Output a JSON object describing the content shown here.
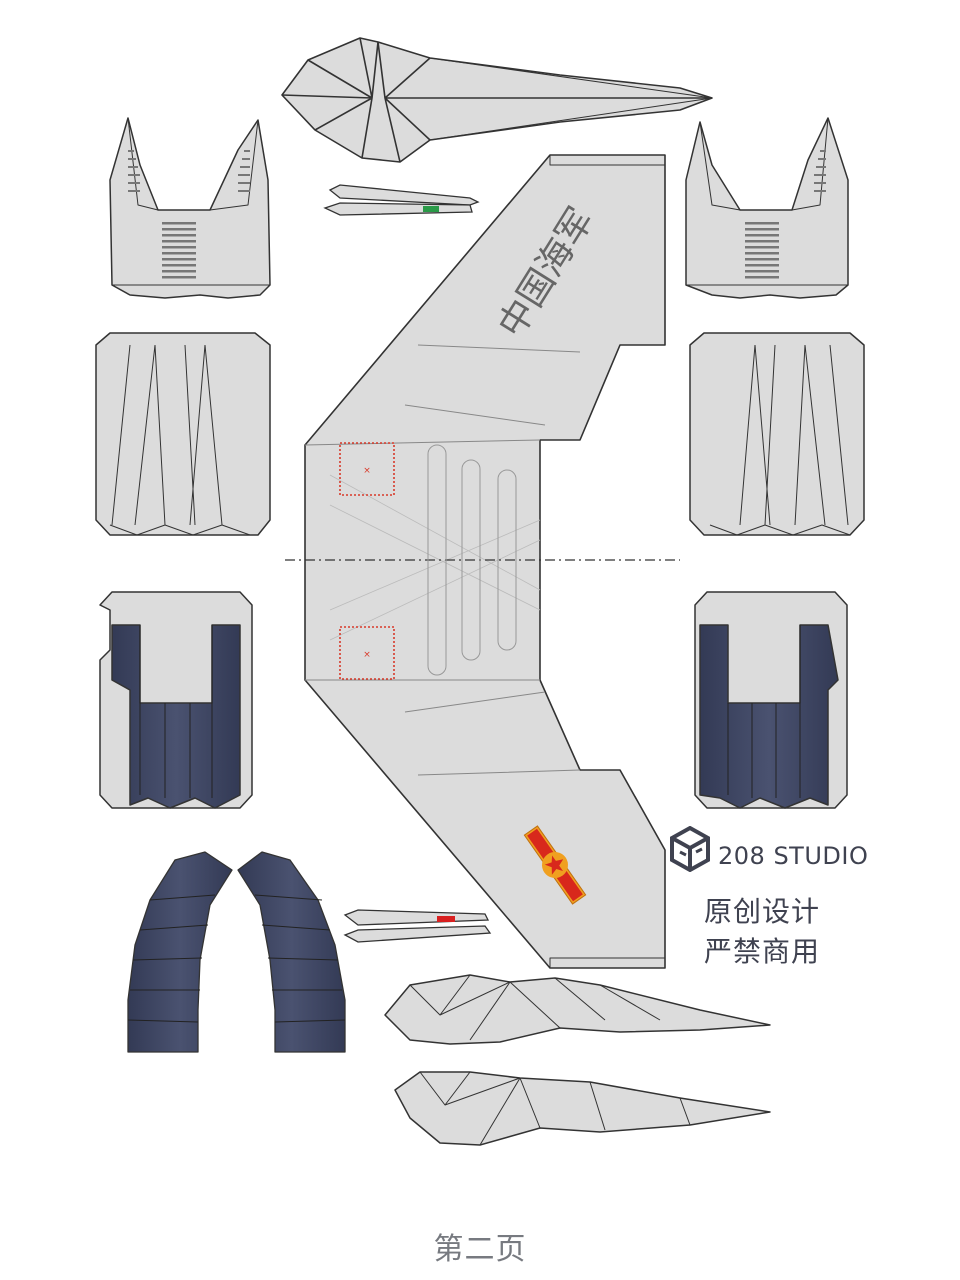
{
  "wing": {
    "marking_text": "中国海军"
  },
  "studio": {
    "name": "208 STUDIO",
    "line1": "原创设计",
    "line2": "严禁商用"
  },
  "page_label": "第二页",
  "colors": {
    "paper_gray": "#dcdcdc",
    "line": "#3c3c3c",
    "navy": "#3d4560",
    "roundel_orange": "#f0a020",
    "roundel_red": "#d8281c",
    "accent_green": "#2a9a48",
    "accent_red": "#d82020",
    "marker_red": "#d83a2a"
  }
}
